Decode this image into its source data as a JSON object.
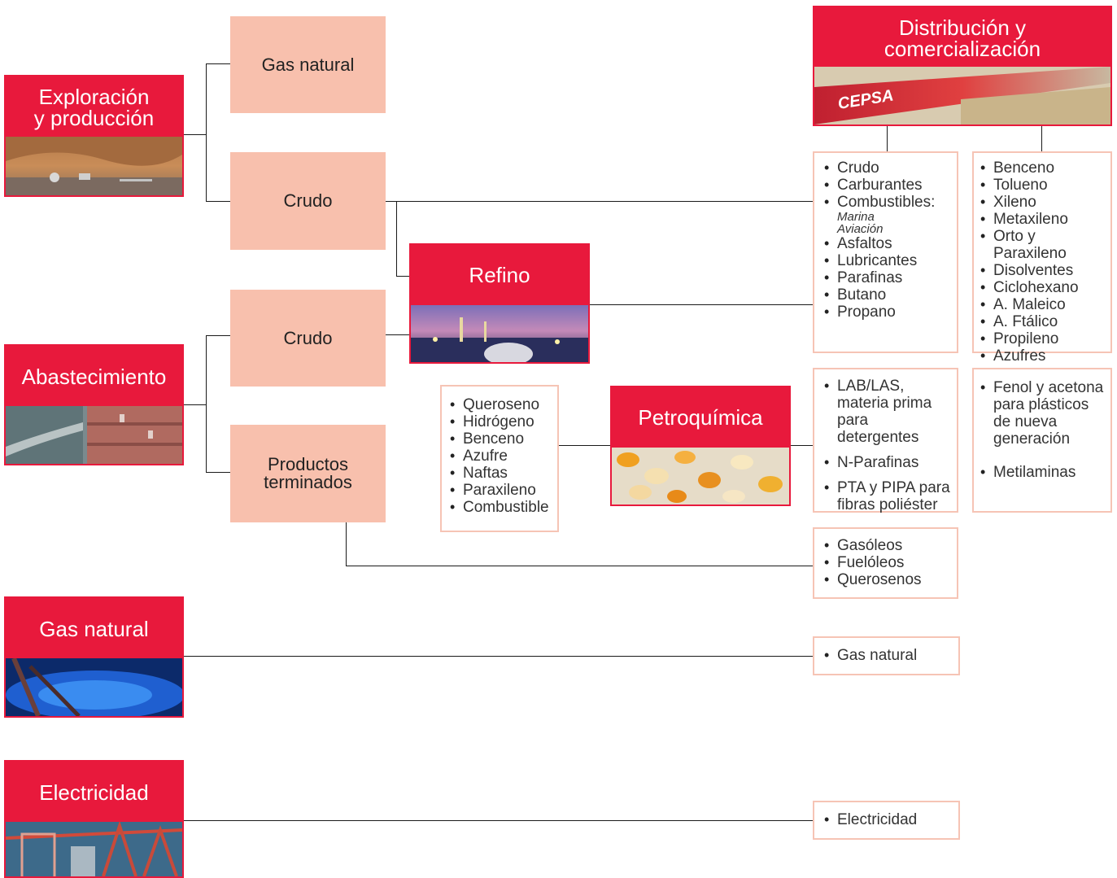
{
  "blocks": {
    "exploracion": "Exploración\ny producción",
    "abastecimiento": "Abastecimiento",
    "gas_natural": "Gas natural",
    "electricidad": "Electricidad",
    "refino": "Refino",
    "petroquimica": "Petroquímica",
    "distribucion": "Distribución y\ncomercialización",
    "logo_text": "CEPSA"
  },
  "pink": {
    "gas_natural": "Gas natural",
    "crudo_top": "Crudo",
    "crudo_mid": "Crudo",
    "productos": "Productos\nterminados"
  },
  "lists": {
    "refino_products": [
      "Crudo",
      "Carburantes",
      "Combustibles:",
      "Asfaltos",
      "Lubricantes",
      "Parafinas",
      "Butano",
      "Propano"
    ],
    "combustibles_sub": [
      "Marina",
      "Aviación"
    ],
    "chem_products": [
      "Benceno",
      "Tolueno",
      "Xileno",
      "Metaxileno",
      "Orto y Paraxileno",
      "Disolventes",
      "Ciclohexano",
      "A. Maleico",
      "A. Ftálico",
      "Propileno",
      "Azufres"
    ],
    "petro_inputs": [
      "Queroseno",
      "Hidrógeno",
      "Benceno",
      "Azufre",
      "Naftas",
      "Paraxileno",
      "Combustible"
    ],
    "petro_out_1": [
      "LAB/LAS,\nmateria prima\npara detergentes",
      "N-Parafinas",
      "PTA y PIPA para\nfibras poliéster"
    ],
    "petro_out_2": [
      "Fenol y acetona\npara plásticos\nde nueva\ngeneración",
      "Metilaminas"
    ],
    "terminados": [
      "Gasóleos",
      "Fuelóleos",
      "Querosenos"
    ],
    "gas": [
      "Gas natural"
    ],
    "elec": [
      "Electricidad"
    ]
  }
}
